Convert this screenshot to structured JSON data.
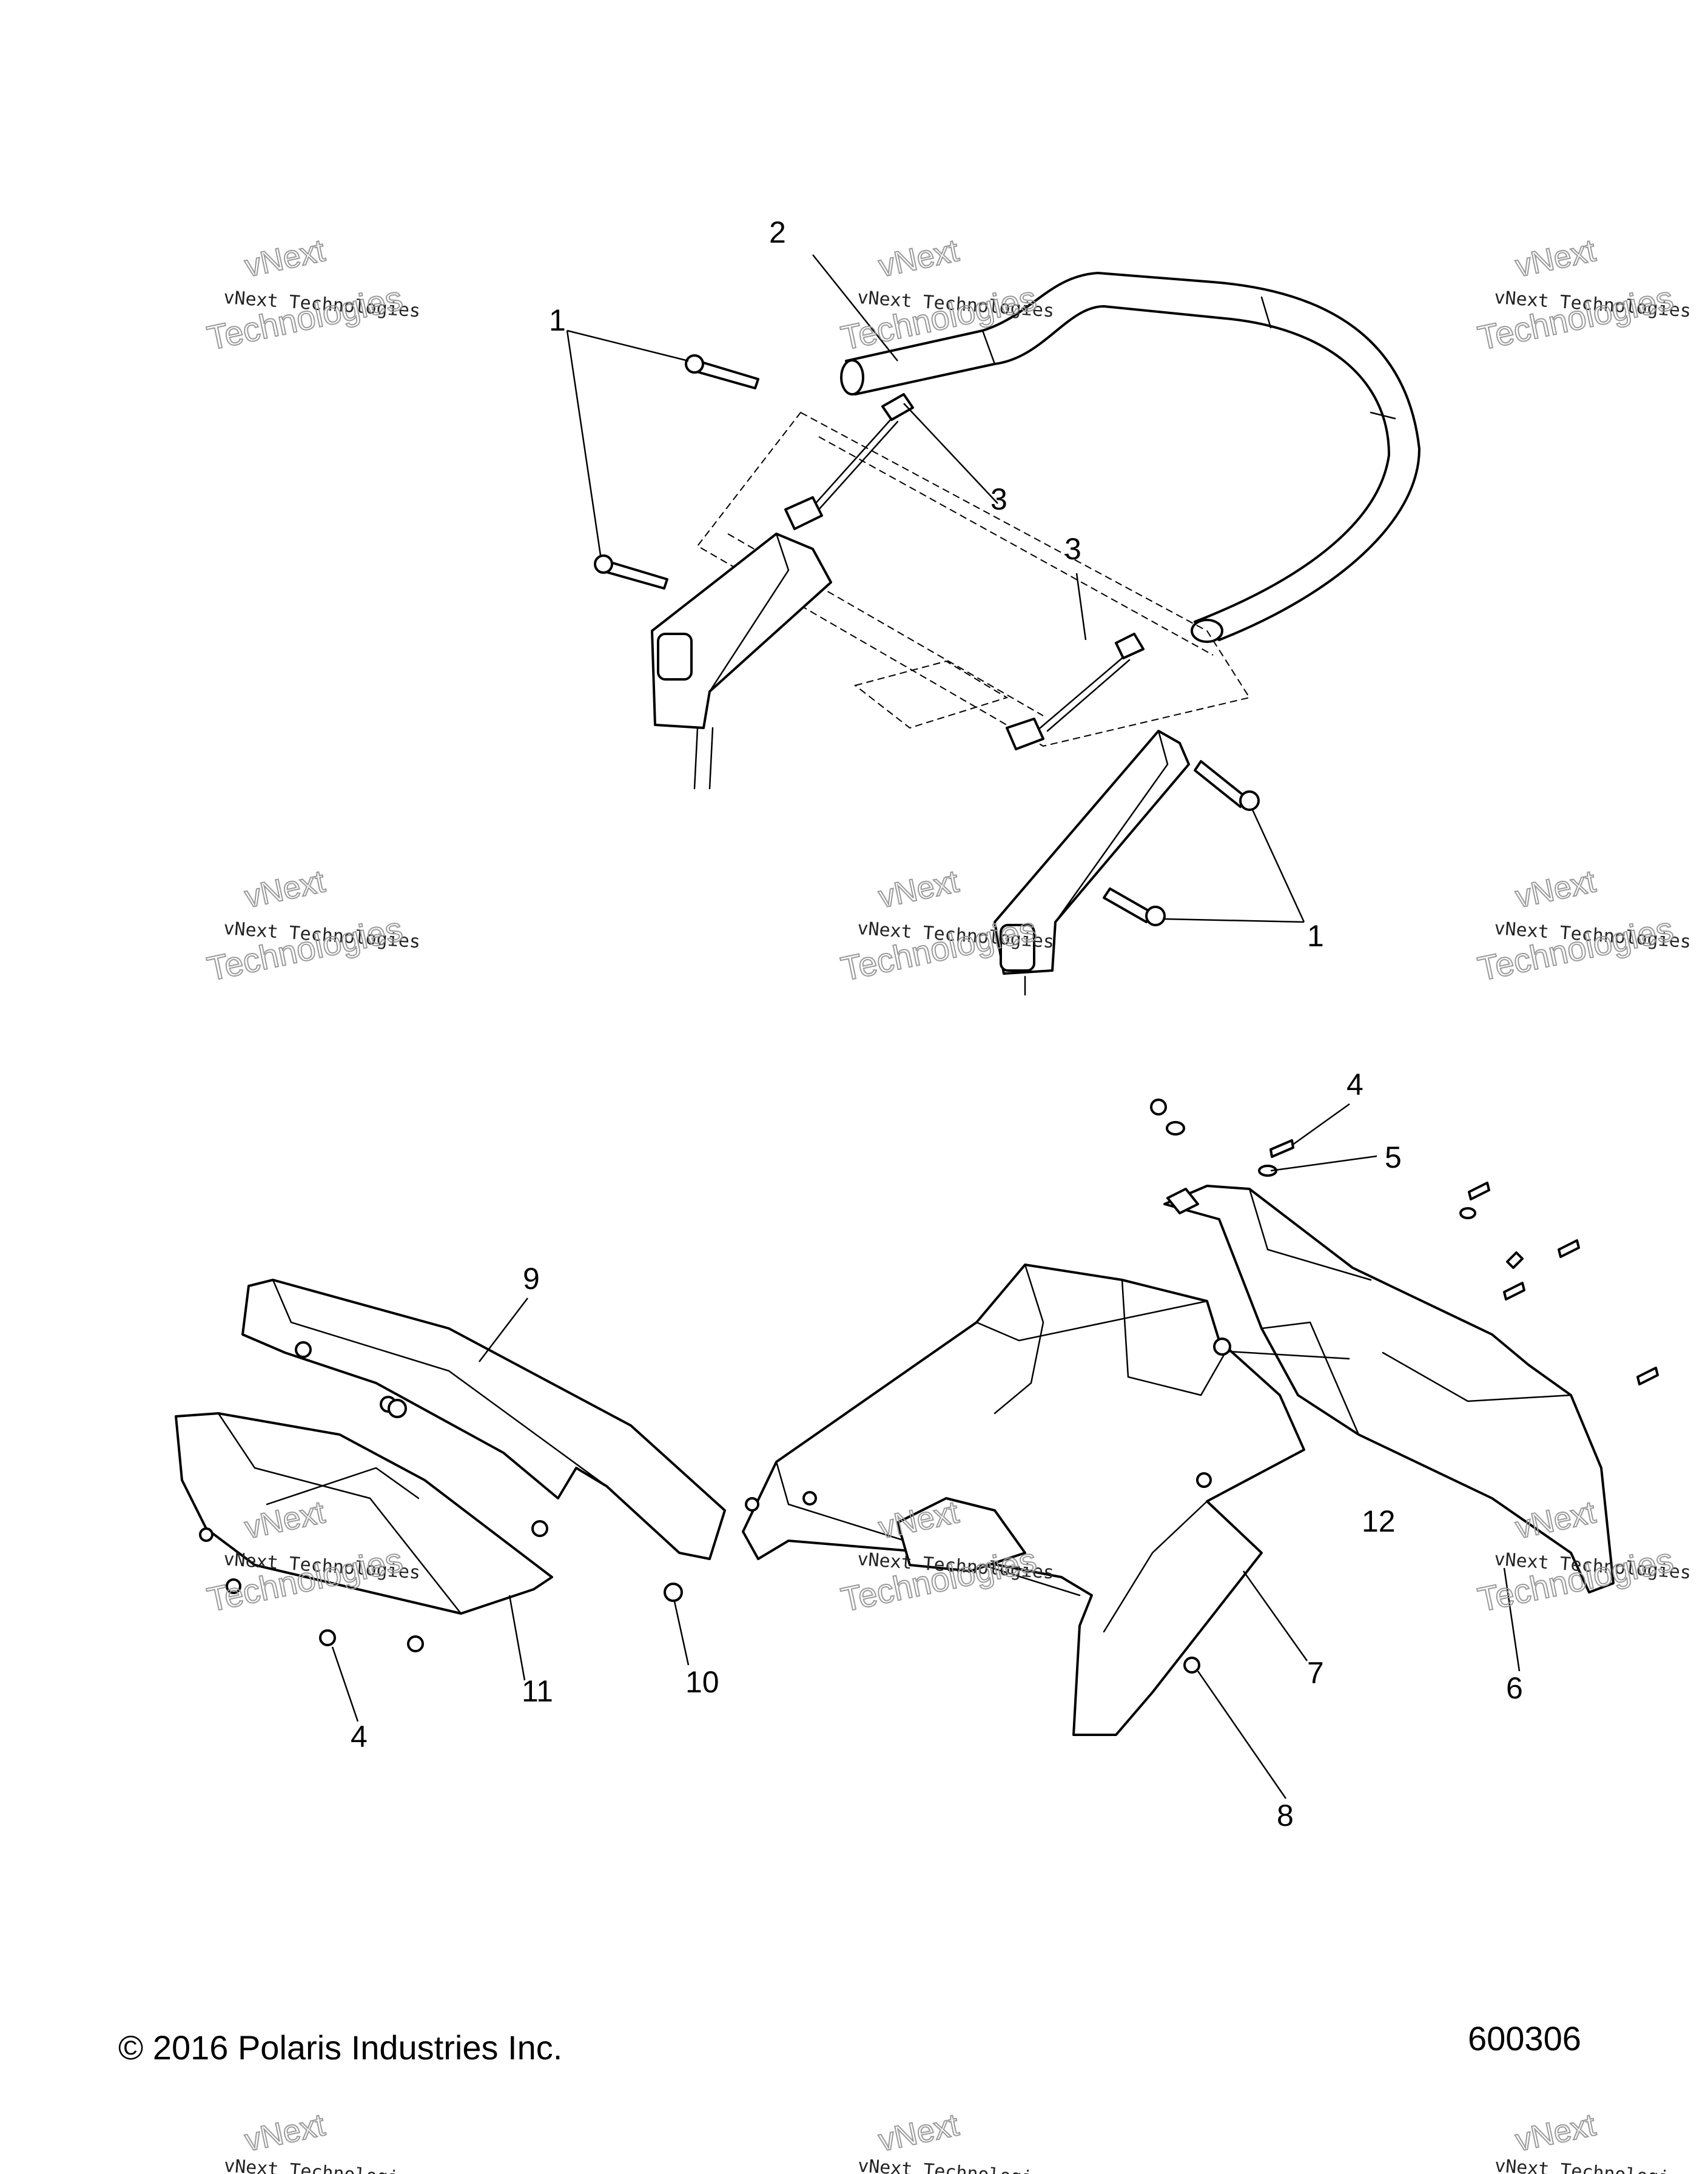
{
  "callouts": [
    {
      "label": "1"
    },
    {
      "label": "2"
    },
    {
      "label": "3"
    },
    {
      "label": "3"
    },
    {
      "label": "1"
    },
    {
      "label": "4"
    },
    {
      "label": "5"
    },
    {
      "label": "9"
    },
    {
      "label": "12"
    },
    {
      "label": "7"
    },
    {
      "label": "6"
    },
    {
      "label": "11"
    },
    {
      "label": "10"
    },
    {
      "label": "4"
    },
    {
      "label": "8"
    }
  ],
  "watermark": {
    "line1": "vNext",
    "line2": "vNext Technologies",
    "line3": "Technologies"
  },
  "footer": {
    "copyright": "© 2016 Polaris Industries Inc.",
    "figure_number": "600306"
  }
}
